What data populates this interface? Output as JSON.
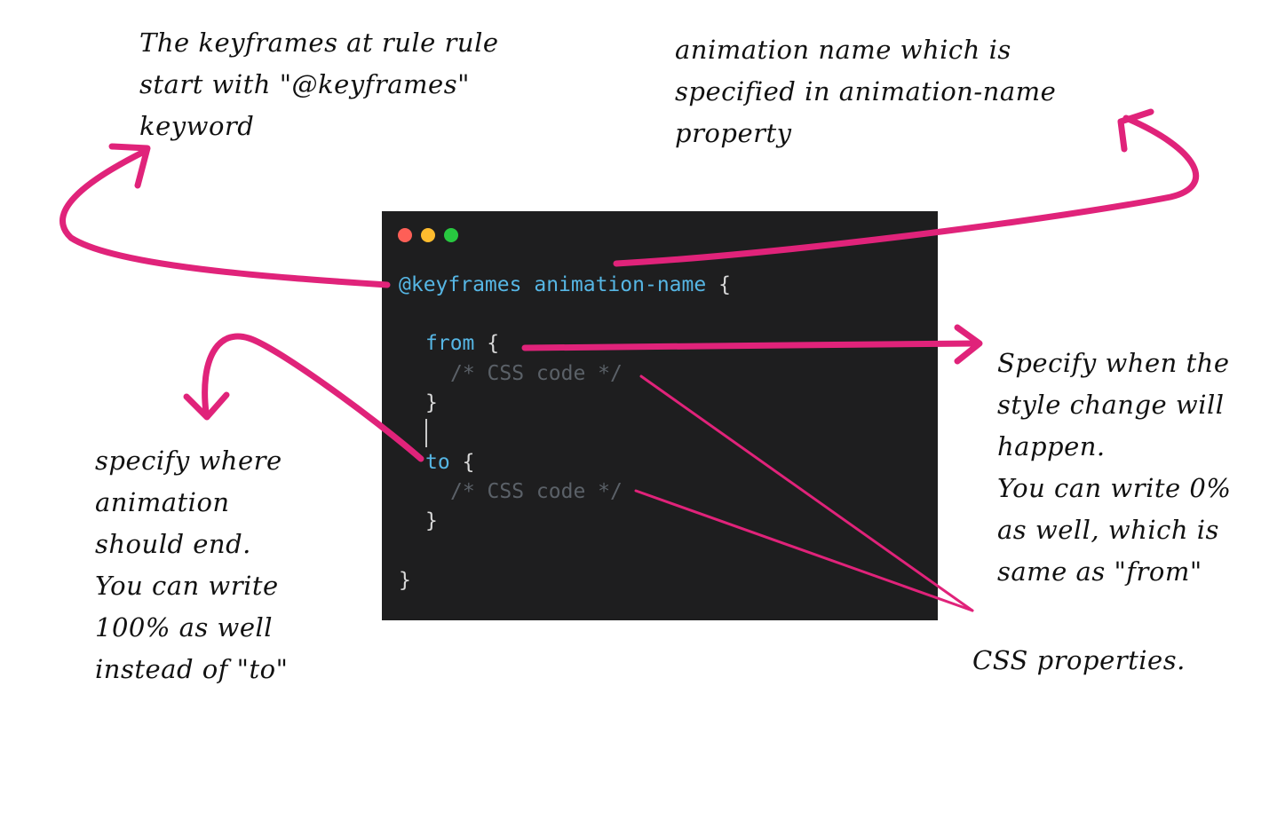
{
  "notes": {
    "keyframes_rule": [
      "The keyframes at rule rule",
      "start with \"@keyframes\"",
      "keyword"
    ],
    "animation_name": [
      "animation name which is",
      "specified in animation-name",
      "property"
    ],
    "from": [
      "Specify when the",
      "style change will",
      "happen.",
      "You can write 0%",
      "as well, which is",
      "same as \"from\""
    ],
    "to": [
      "specify where",
      "animation",
      "should end.",
      "You can write",
      "100% as well",
      "instead of \"to\""
    ],
    "css_properties": [
      "CSS properties."
    ]
  },
  "code": {
    "at_rule": "@keyframes",
    "name": "animation-name",
    "open_brace": "{",
    "from_keyword": "from",
    "to_keyword": "to",
    "comment": "/* CSS code */",
    "close_brace": "}"
  },
  "colors": {
    "arrow": "#e0237a",
    "keyword": "#56b6e4",
    "comment": "#5b6168",
    "window_bg": "#1e1e1f"
  }
}
